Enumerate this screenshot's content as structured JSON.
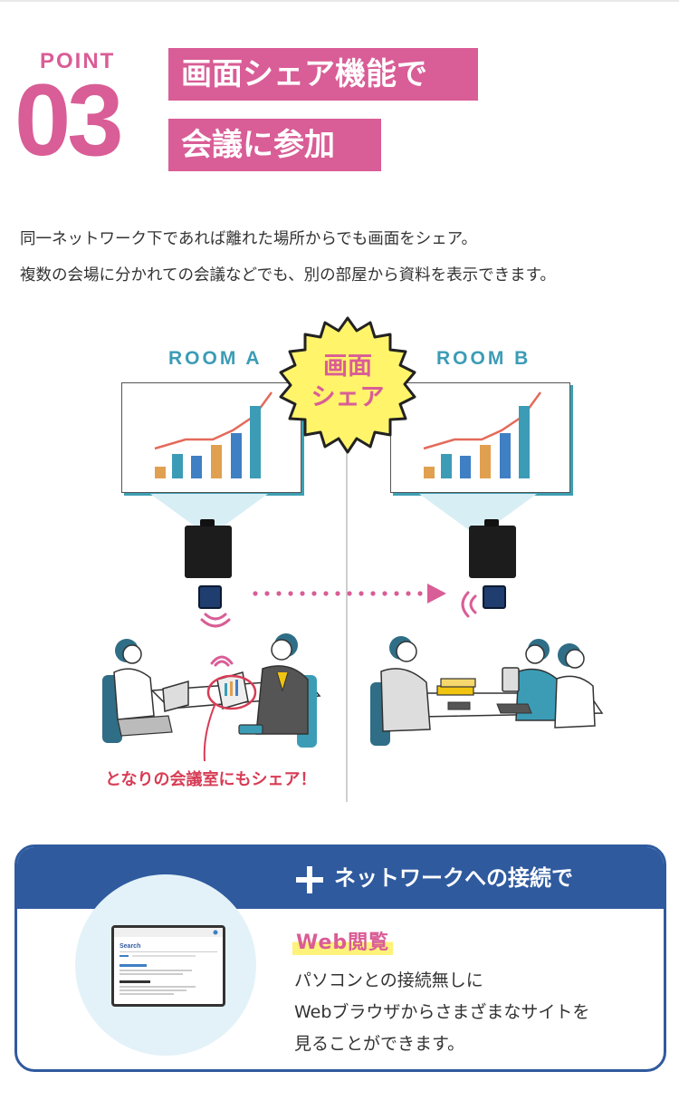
{
  "header": {
    "point_label": "POINT",
    "point_number": "03",
    "title_line1": "画面シェア機能で",
    "title_line2": "会議に参加"
  },
  "description": {
    "line1": "同一ネットワーク下であれば離れた場所からでも画面をシェア。",
    "line2": "複数の会場に分かれての会議などでも、別の部屋から資料を表示できます。"
  },
  "illustration": {
    "room_a": "ROOM A",
    "room_b": "ROOM B",
    "badge_line1": "画面",
    "badge_line2": "シェア",
    "caption": "となりの会議室にもシェア！",
    "colors": {
      "pink": "#d95d96",
      "teal": "#3c9cb6",
      "yellow": "#fff46a",
      "red": "#d73c55"
    },
    "icons": [
      "projector-icon",
      "wireless-adapter-icon",
      "wifi-signal-icon",
      "bar-chart-icon"
    ]
  },
  "feature": {
    "header": "ネットワークへの接続で",
    "label": "Web閲覧",
    "body_line1": "パソコンとの接続無しに",
    "body_line2": "Webブラウザからさまざまなサイトを",
    "body_line3": "見ることができます。",
    "browser_search_text": "Search",
    "colors": {
      "navy": "#2f5a9e",
      "circle_bg": "#e3f2f8",
      "highlight": "#fff27a"
    }
  }
}
